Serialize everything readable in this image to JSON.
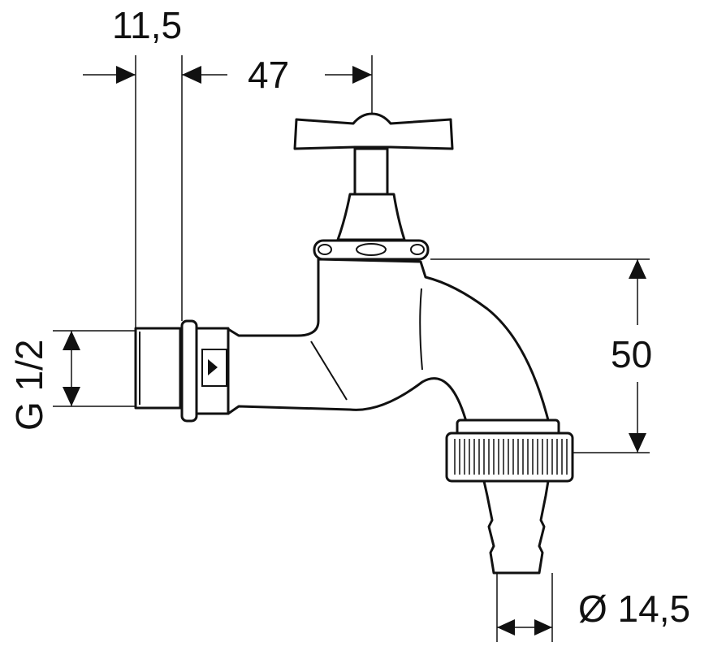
{
  "dimensions": {
    "flange_width": "11,5",
    "handle_offset": "47",
    "outlet_height": "50",
    "thread": "G 1/2",
    "hose_diameter": "Ø 14,5"
  }
}
